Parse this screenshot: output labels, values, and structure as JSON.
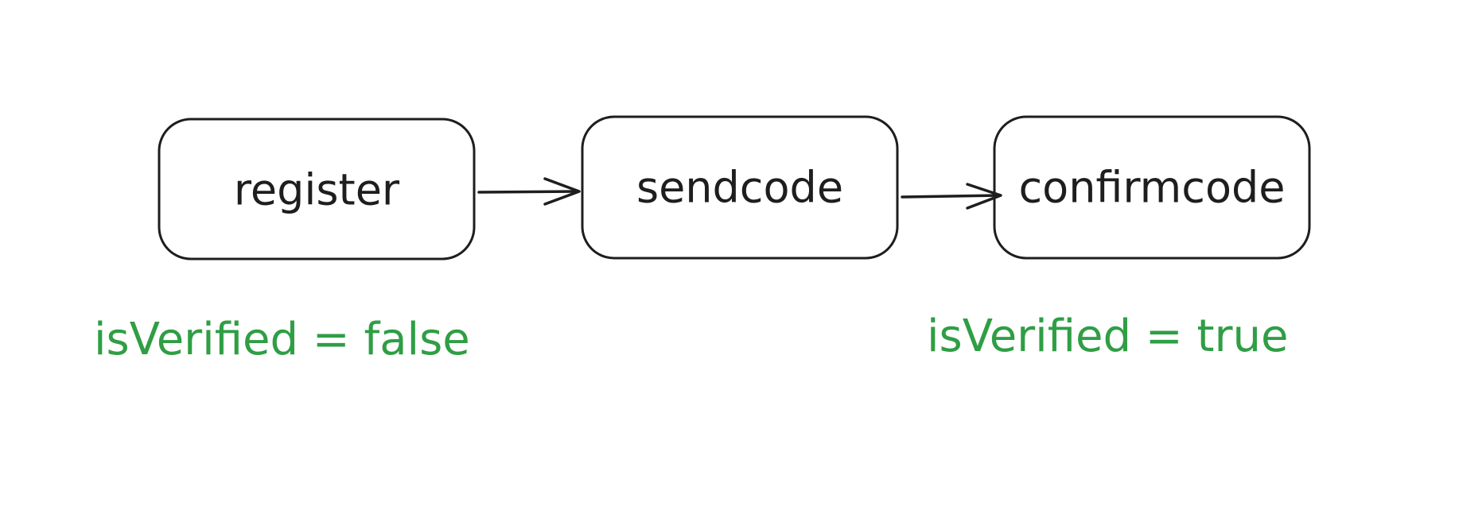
{
  "nodes": [
    {
      "id": "register",
      "label": "register"
    },
    {
      "id": "sendcode",
      "label": "sendcode"
    },
    {
      "id": "confirmcode",
      "label": "confirmcode"
    }
  ],
  "edges": [
    {
      "from": "register",
      "to": "sendcode"
    },
    {
      "from": "sendcode",
      "to": "confirmcode"
    }
  ],
  "annotations": [
    {
      "text": "isVerified = false",
      "color": "#2f9e44"
    },
    {
      "text": "isVerified = true",
      "color": "#2f9e44"
    }
  ],
  "colors": {
    "stroke": "#1e1e1e",
    "annotation": "#2f9e44",
    "background": "#ffffff"
  }
}
